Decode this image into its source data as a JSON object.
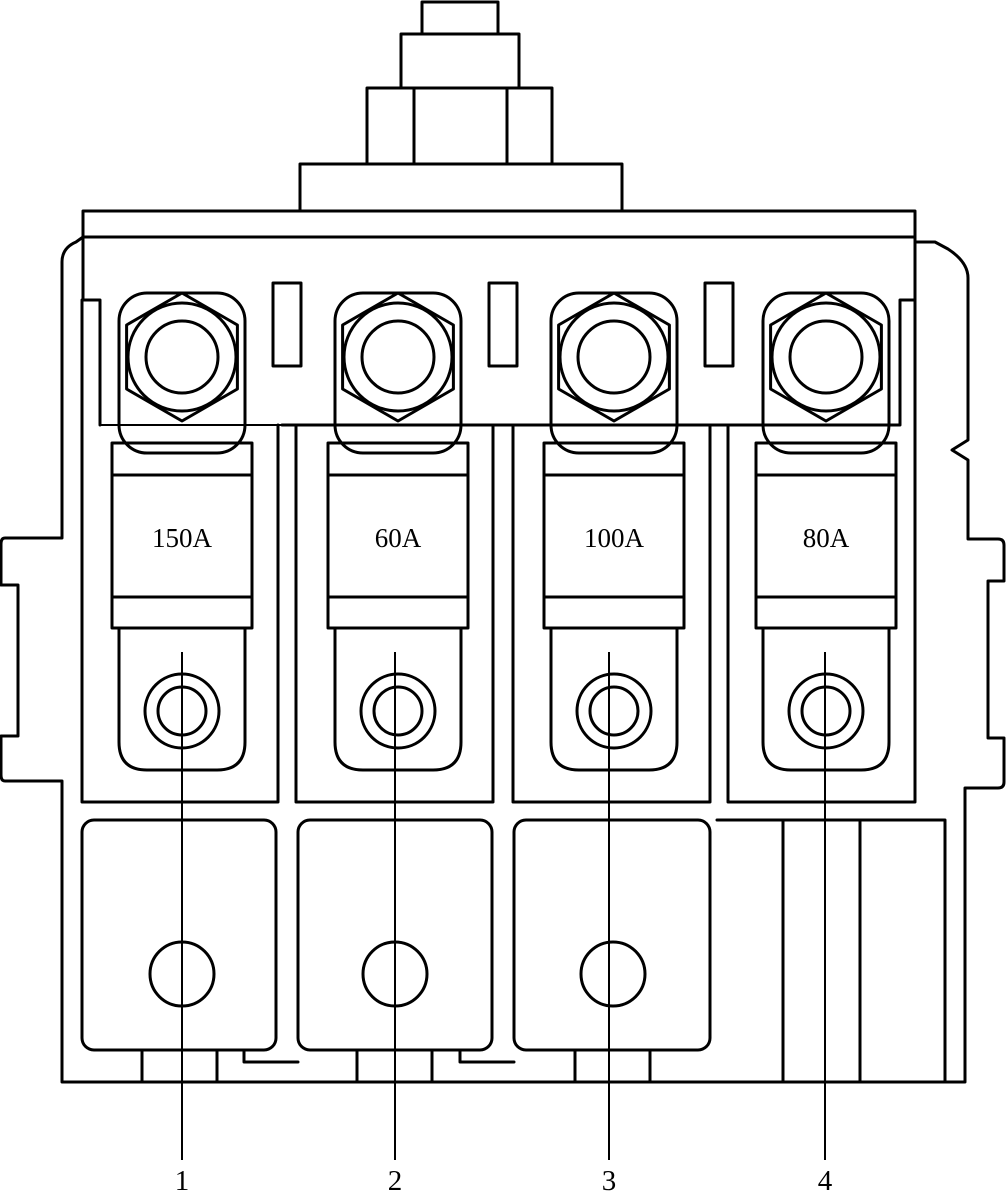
{
  "fuses": [
    {
      "rating": "150A",
      "callout": "1"
    },
    {
      "rating": "60A",
      "callout": "2"
    },
    {
      "rating": "100A",
      "callout": "3"
    },
    {
      "rating": "80A",
      "callout": "4"
    }
  ],
  "colors": {
    "line": "#000000",
    "background": "#ffffff"
  },
  "icons": {
    "terminal": "terminal-stud-icon",
    "hex_nut": "hex-nut-icon",
    "bolt_hole": "bolt-hole-icon"
  }
}
